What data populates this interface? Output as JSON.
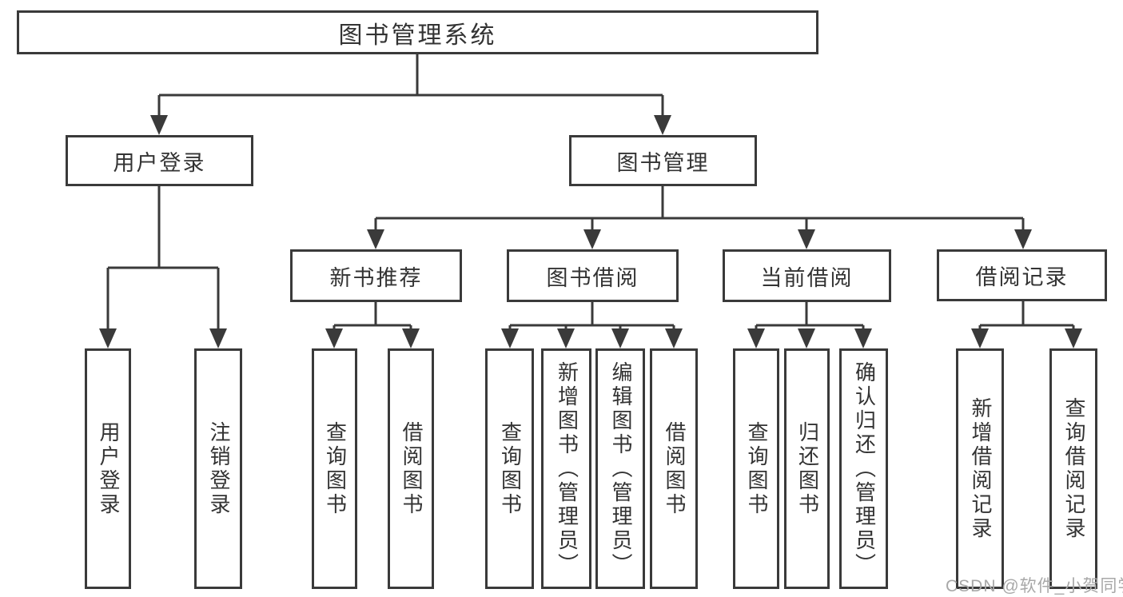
{
  "colors": {
    "line": "#3a3a3a",
    "text": "#333333",
    "background": "#ffffff",
    "watermark": "#a8a8a8"
  },
  "watermark": "CSDN @软件_小贺同学",
  "tree": {
    "root": "图书管理系统",
    "level1": [
      {
        "label": "用户登录",
        "children": [
          {
            "label": "用户登录"
          },
          {
            "label": "注销登录"
          }
        ]
      },
      {
        "label": "图书管理",
        "children": [
          {
            "label": "新书推荐",
            "children": [
              {
                "label": "查询图书"
              },
              {
                "label": "借阅图书"
              }
            ]
          },
          {
            "label": "图书借阅",
            "children": [
              {
                "label": "查询图书"
              },
              {
                "label": "新增图书（管理员）"
              },
              {
                "label": "编辑图书（管理员）"
              },
              {
                "label": "借阅图书"
              }
            ]
          },
          {
            "label": "当前借阅",
            "children": [
              {
                "label": "查询图书"
              },
              {
                "label": "归还图书"
              },
              {
                "label": "确认归还（管理员）"
              }
            ]
          },
          {
            "label": "借阅记录",
            "children": [
              {
                "label": "新增借阅记录"
              },
              {
                "label": "查询借阅记录"
              }
            ]
          }
        ]
      }
    ]
  }
}
